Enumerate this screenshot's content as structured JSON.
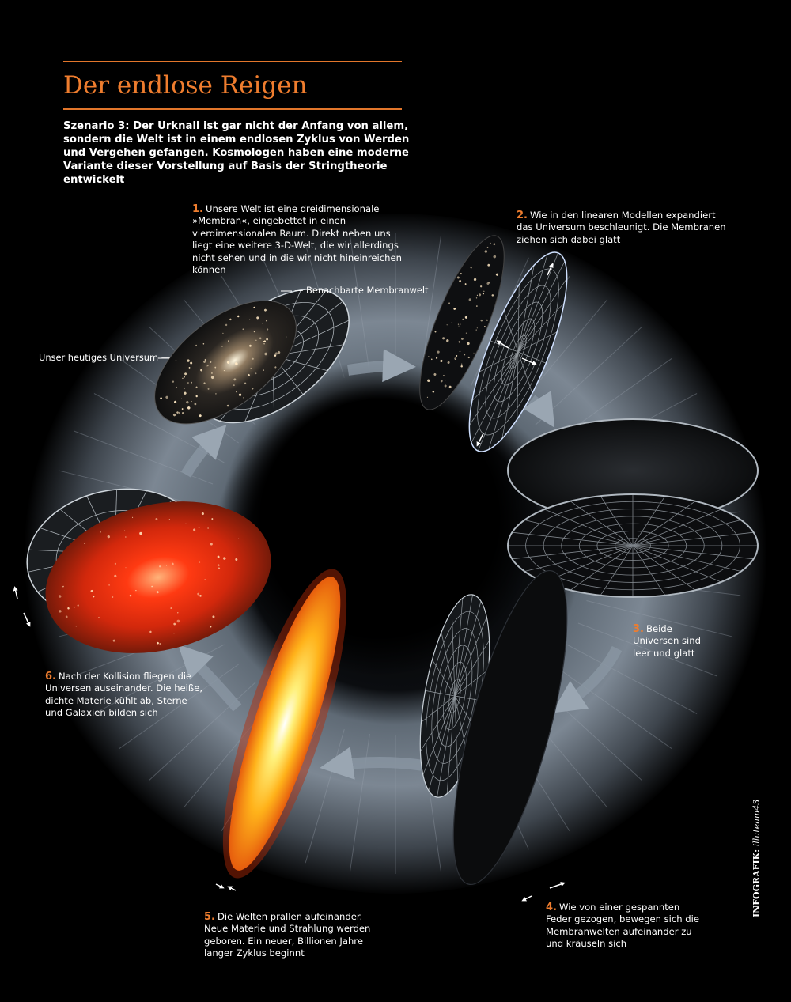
{
  "title": "Der endlose Reigen",
  "intro": "Szenario 3: Der Urknall ist gar nicht der Anfang von allem, sondern die Welt ist in einem endlosen Zyklus von Werden und Vergehen gefangen. Kosmologen haben eine moderne Variante dieser Vorstellung auf Basis der Stringtheorie entwickelt",
  "steps": [
    {
      "number": "1.",
      "text": "Unsere Welt ist eine dreidimensionale »Membran«, eingebettet in einen vierdimensionalen Raum. Direkt neben uns liegt eine weitere 3-D-Welt, die wir allerdings nicht sehen und in die wir nicht hineinreichen können"
    },
    {
      "number": "2.",
      "text": "Wie in den linearen Modellen expandiert das Universum beschleunigt. Die Membranen ziehen sich dabei glatt"
    },
    {
      "number": "3.",
      "text": "Beide Universen sind leer und glatt"
    },
    {
      "number": "4.",
      "text": "Wie von einer gespannten Feder gezogen, bewegen sich die Membranwelten aufeinander zu und kräuseln sich"
    },
    {
      "number": "5.",
      "text": "Die Welten prallen aufeinander. Neue Materie und Strahlung werden geboren. Ein neuer, Billionen Jahre langer Zyklus beginnt"
    },
    {
      "number": "6.",
      "text": "Nach der Kollision fliegen die Universen auseinander. Die heiße, dichte Materie kühlt ab, Sterne und Galaxien bilden sich"
    }
  ],
  "labels": {
    "neighbor": "— Benachbarte Membranwelt",
    "ours": "Unser heutiges Universum —"
  },
  "credit": {
    "prefix": "INFOGRAFIK:",
    "author": "illuteam43"
  },
  "colors": {
    "accent": "#ef7d2e",
    "background": "#000000",
    "ring": "#7b8692"
  }
}
